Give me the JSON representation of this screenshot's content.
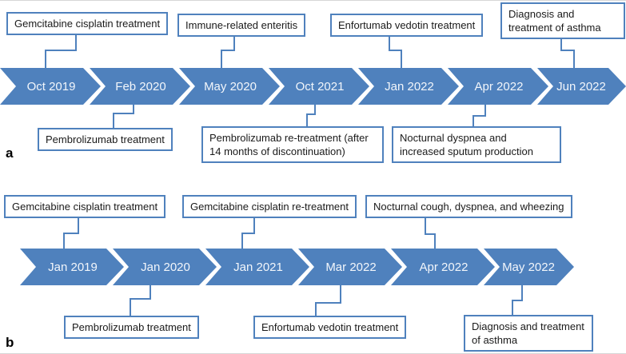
{
  "figure": {
    "colors": {
      "arrow_fill": "#4f81bd",
      "box_border": "#4f81bd",
      "connector": "#4f81bd",
      "arrow_text": "#f2f6fb",
      "box_text": "#1a1a1a"
    },
    "panels": [
      {
        "label": "a",
        "dates": [
          "Oct 2019",
          "Feb 2020",
          "May 2020",
          "Oct 2021",
          "Jan 2022",
          "Apr 2022",
          "Jun 2022"
        ],
        "events_above": [
          "Gemcitabine cisplatin treatment",
          "Immune-related enteritis",
          "Enfortumab vedotin treatment",
          "Diagnosis and treatment of asthma"
        ],
        "events_below": [
          "Pembrolizumab treatment",
          "Pembrolizumab re-treatment (after 14 months of discontinuation)",
          "Nocturnal dyspnea and increased sputum production"
        ]
      },
      {
        "label": "b",
        "dates": [
          "Jan 2019",
          "Jan 2020",
          "Jan 2021",
          "Mar 2022",
          "Apr 2022",
          "May 2022"
        ],
        "events_above": [
          "Gemcitabine cisplatin treatment",
          "Gemcitabine cisplatin re-treatment",
          "Nocturnal cough, dyspnea, and wheezing"
        ],
        "events_below": [
          "Pembrolizumab treatment",
          "Enfortumab vedotin treatment",
          "Diagnosis and treatment of asthma"
        ]
      }
    ]
  }
}
